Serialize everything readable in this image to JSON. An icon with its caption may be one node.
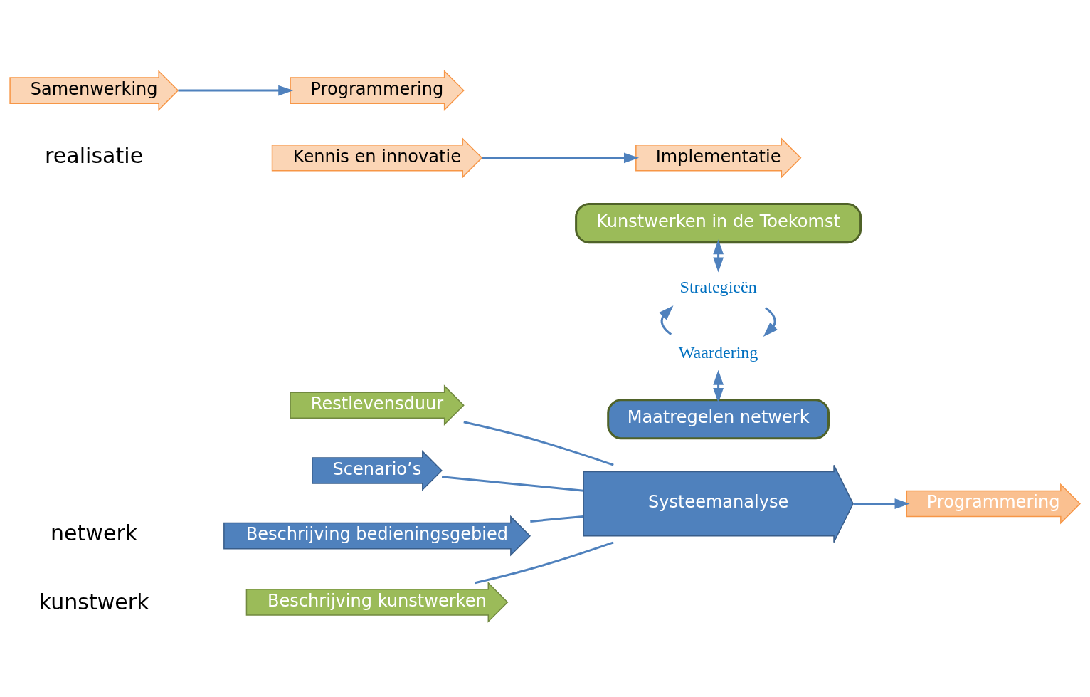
{
  "diagram": {
    "nodes": [
      {
        "text": [
          "Beschrijving kunstwerken"
        ]
      },
      {
        "text": [
          "Restlevensduur"
        ]
      },
      {
        "text": [
          "Scenario’s"
        ]
      },
      {
        "text": [
          "Beschrijving bedieningsgebied"
        ]
      },
      {
        "text": [
          "Systeemanalyse"
        ]
      },
      {
        "text": [
          "Strategieën"
        ]
      },
      {
        "text": [
          "Waardering"
        ]
      },
      {
        "text": [
          "Kunstwerken in de Toekomst"
        ]
      },
      {
        "text": [
          "Maatregelen netwerk"
        ]
      },
      {
        "text": [
          "Programmering"
        ]
      },
      {
        "text": [
          "Kennis en innovatie"
        ]
      },
      {
        "text": [
          "Implementatie"
        ]
      },
      {
        "text": [
          "Samenwerking"
        ]
      },
      {
        "text": [
          "Programmering"
        ]
      }
    ],
    "edges": [
      {
        "from": 0,
        "to": 4,
        "arrow": "none"
      },
      {
        "from": 1,
        "to": 4,
        "arrow": "none"
      },
      {
        "from": 2,
        "to": 4,
        "arrow": "none"
      },
      {
        "from": 3,
        "to": 4,
        "arrow": "none"
      },
      {
        "from": 7,
        "to": 5,
        "arrow": "both"
      },
      {
        "from": 5,
        "to": 6,
        "arrow": "to"
      },
      {
        "from": 6,
        "to": 5,
        "arrow": "to"
      },
      {
        "from": 6,
        "to": 8,
        "arrow": "both"
      },
      {
        "from": 4,
        "to": 9,
        "arrow": "to"
      },
      {
        "from": 10,
        "to": 11,
        "arrow": "to"
      },
      {
        "from": 12,
        "to": 13,
        "arrow": "to"
      }
    ],
    "labels": [
      "kunstwerk",
      "netwerk",
      "realisatie"
    ]
  }
}
